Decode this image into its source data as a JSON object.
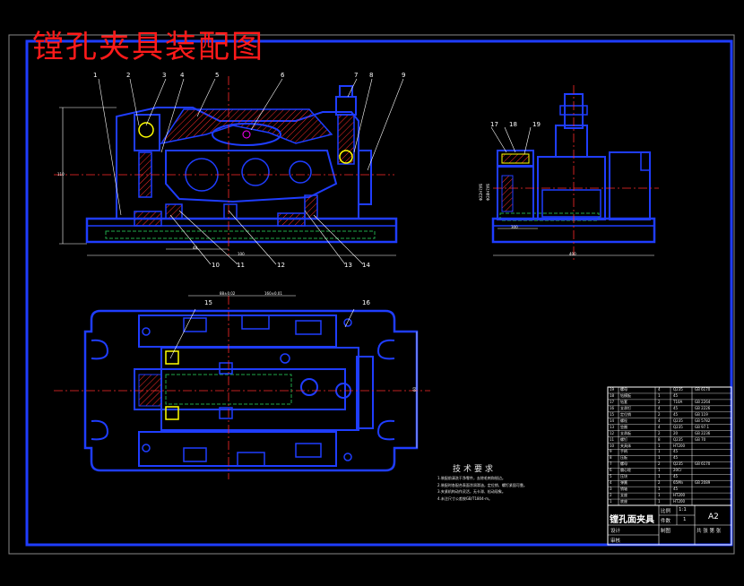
{
  "title": "镗孔夹具装配图",
  "part_numbers": [
    "1",
    "2",
    "3",
    "4",
    "5",
    "6",
    "7",
    "8",
    "9",
    "10",
    "11",
    "12",
    "13",
    "14",
    "15",
    "16",
    "17",
    "18",
    "19"
  ],
  "dimensions": {
    "front_height": "110",
    "front_bottom_1": "48",
    "front_bottom_2": "100",
    "side_width": "400",
    "side_bottom": "300",
    "side_dim_1": "Φ22H7/f6",
    "side_dim_2": "Φ28H7/f6",
    "top_dim_1": "88±0.02",
    "top_dim_2": "160±0.01",
    "top_height": "60"
  },
  "technical_requirements": {
    "heading": "技术要求",
    "notes": [
      "1.装配前清洗干净零件，去除毛刺和锐边。",
      "2.装配时各配合表面涂润滑油，定位销、螺钉紧固可靠。",
      "3.夹紧机构动作灵活，无卡滞、松动现象。",
      "4.未注尺寸公差按GB/T1804-m。"
    ]
  },
  "bom": [
    {
      "no": "19",
      "name": "螺母",
      "qty": "4",
      "material": "Q235",
      "std": "GB 6170"
    },
    {
      "no": "18",
      "name": "钻模板",
      "qty": "1",
      "material": "45",
      "std": ""
    },
    {
      "no": "17",
      "name": "钻套",
      "qty": "2",
      "material": "T10A",
      "std": "GB 2264"
    },
    {
      "no": "16",
      "name": "支承钉",
      "qty": "4",
      "material": "45",
      "std": "GB 2226"
    },
    {
      "no": "15",
      "name": "定位销",
      "qty": "2",
      "material": "45",
      "std": "GB 119"
    },
    {
      "no": "14",
      "name": "螺栓",
      "qty": "4",
      "material": "Q235",
      "std": "GB 5782"
    },
    {
      "no": "13",
      "name": "垫圈",
      "qty": "4",
      "material": "Q235",
      "std": "GB 97.1"
    },
    {
      "no": "12",
      "name": "支承板",
      "qty": "2",
      "material": "20",
      "std": "GB 2236"
    },
    {
      "no": "11",
      "name": "螺钉",
      "qty": "8",
      "material": "Q235",
      "std": "GB 70"
    },
    {
      "no": "10",
      "name": "夹具体",
      "qty": "1",
      "material": "HT200",
      "std": ""
    },
    {
      "no": "9",
      "name": "手柄",
      "qty": "1",
      "material": "45",
      "std": ""
    },
    {
      "no": "8",
      "name": "压板",
      "qty": "1",
      "material": "45",
      "std": ""
    },
    {
      "no": "7",
      "name": "螺母",
      "qty": "2",
      "material": "Q235",
      "std": "GB 6170"
    },
    {
      "no": "6",
      "name": "偏心轮",
      "qty": "1",
      "material": "20Cr",
      "std": ""
    },
    {
      "no": "5",
      "name": "压块",
      "qty": "1",
      "material": "45",
      "std": ""
    },
    {
      "no": "4",
      "name": "弹簧",
      "qty": "2",
      "material": "65Mn",
      "std": "GB 2089"
    },
    {
      "no": "3",
      "name": "销轴",
      "qty": "1",
      "material": "45",
      "std": ""
    },
    {
      "no": "2",
      "name": "支座",
      "qty": "1",
      "material": "HT200",
      "std": ""
    },
    {
      "no": "1",
      "name": "底座",
      "qty": "1",
      "material": "HT200",
      "std": ""
    }
  ],
  "title_block": {
    "drawing_name": "镗孔面夹具",
    "sheet_size": "A2",
    "ratio_label": "比例",
    "ratio": "1:1",
    "qty_label": "件数",
    "qty": "1",
    "school": "共 张 第 张",
    "designer_label": "设计",
    "checker_label": "审核",
    "drawn_label": "制图"
  },
  "colors": {
    "background": "#000000",
    "outline": "#1f3dff",
    "dim_line": "#ffffff",
    "hatch": "#ff2a2a",
    "centerline": "#ff2a2a",
    "hidden": "#1fa84a",
    "accent_yellow": "#ffff00",
    "magenta": "#ff00ff",
    "cyan": "#00e5ff",
    "title": "#ff1a1a"
  }
}
